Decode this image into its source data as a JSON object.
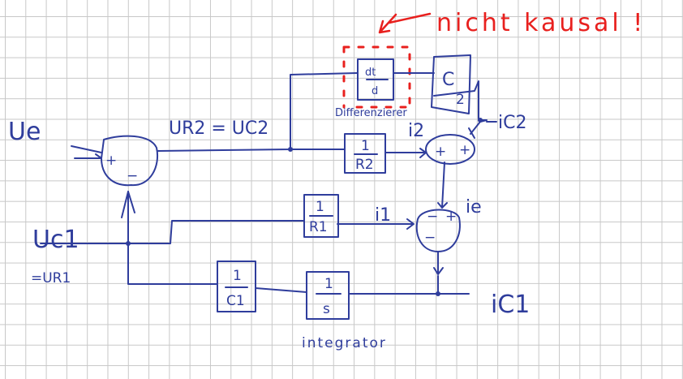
{
  "title_note": "nicht kausal !",
  "inputs": {
    "ue": "Ue",
    "uc1": "Uc1",
    "uc1_eq": "=UR1"
  },
  "signals": {
    "ur2_eq_uc2": "UR2 = UC2",
    "i2": "i2",
    "ic2": "iC2",
    "i1": "i1",
    "ie": "ie",
    "ic1": "iC1"
  },
  "blocks": {
    "differentiator": {
      "numerator": "dt",
      "denominator": "d",
      "label": "Differenzierer"
    },
    "c2": {
      "label": "C",
      "sub": "2"
    },
    "r2": {
      "numerator": "1",
      "denominator": "R2"
    },
    "r1": {
      "numerator": "1",
      "denominator": "R1"
    },
    "c1": {
      "numerator": "1",
      "denominator": "C1"
    },
    "integrator": {
      "numerator": "1",
      "denominator": "s",
      "label": "integrator"
    }
  },
  "summers": {
    "plus": "+",
    "minus": "−"
  }
}
